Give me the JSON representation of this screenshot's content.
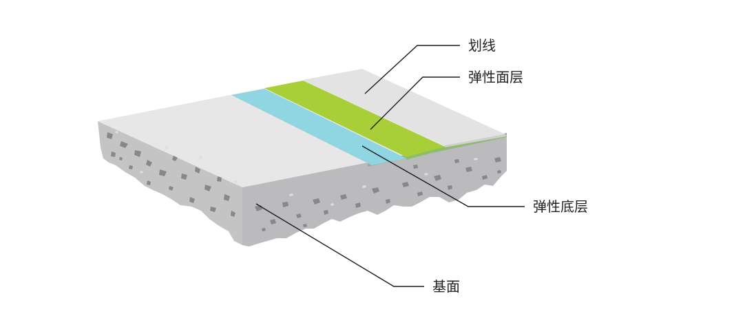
{
  "diagram": {
    "labels": {
      "marking_line": "划线",
      "elastic_top_layer": "弹性面层",
      "elastic_base_layer": "弹性底层",
      "substrate": "基面"
    },
    "colors": {
      "marking_line": "#e3e3e3",
      "elastic_top_layer": "#a8cf38",
      "elastic_base_layer": "#8fd6e2",
      "substrate_top": "#e6e6e7",
      "substrate_side": "#c2c2c3",
      "aggregate": "#8a8a8c"
    }
  }
}
